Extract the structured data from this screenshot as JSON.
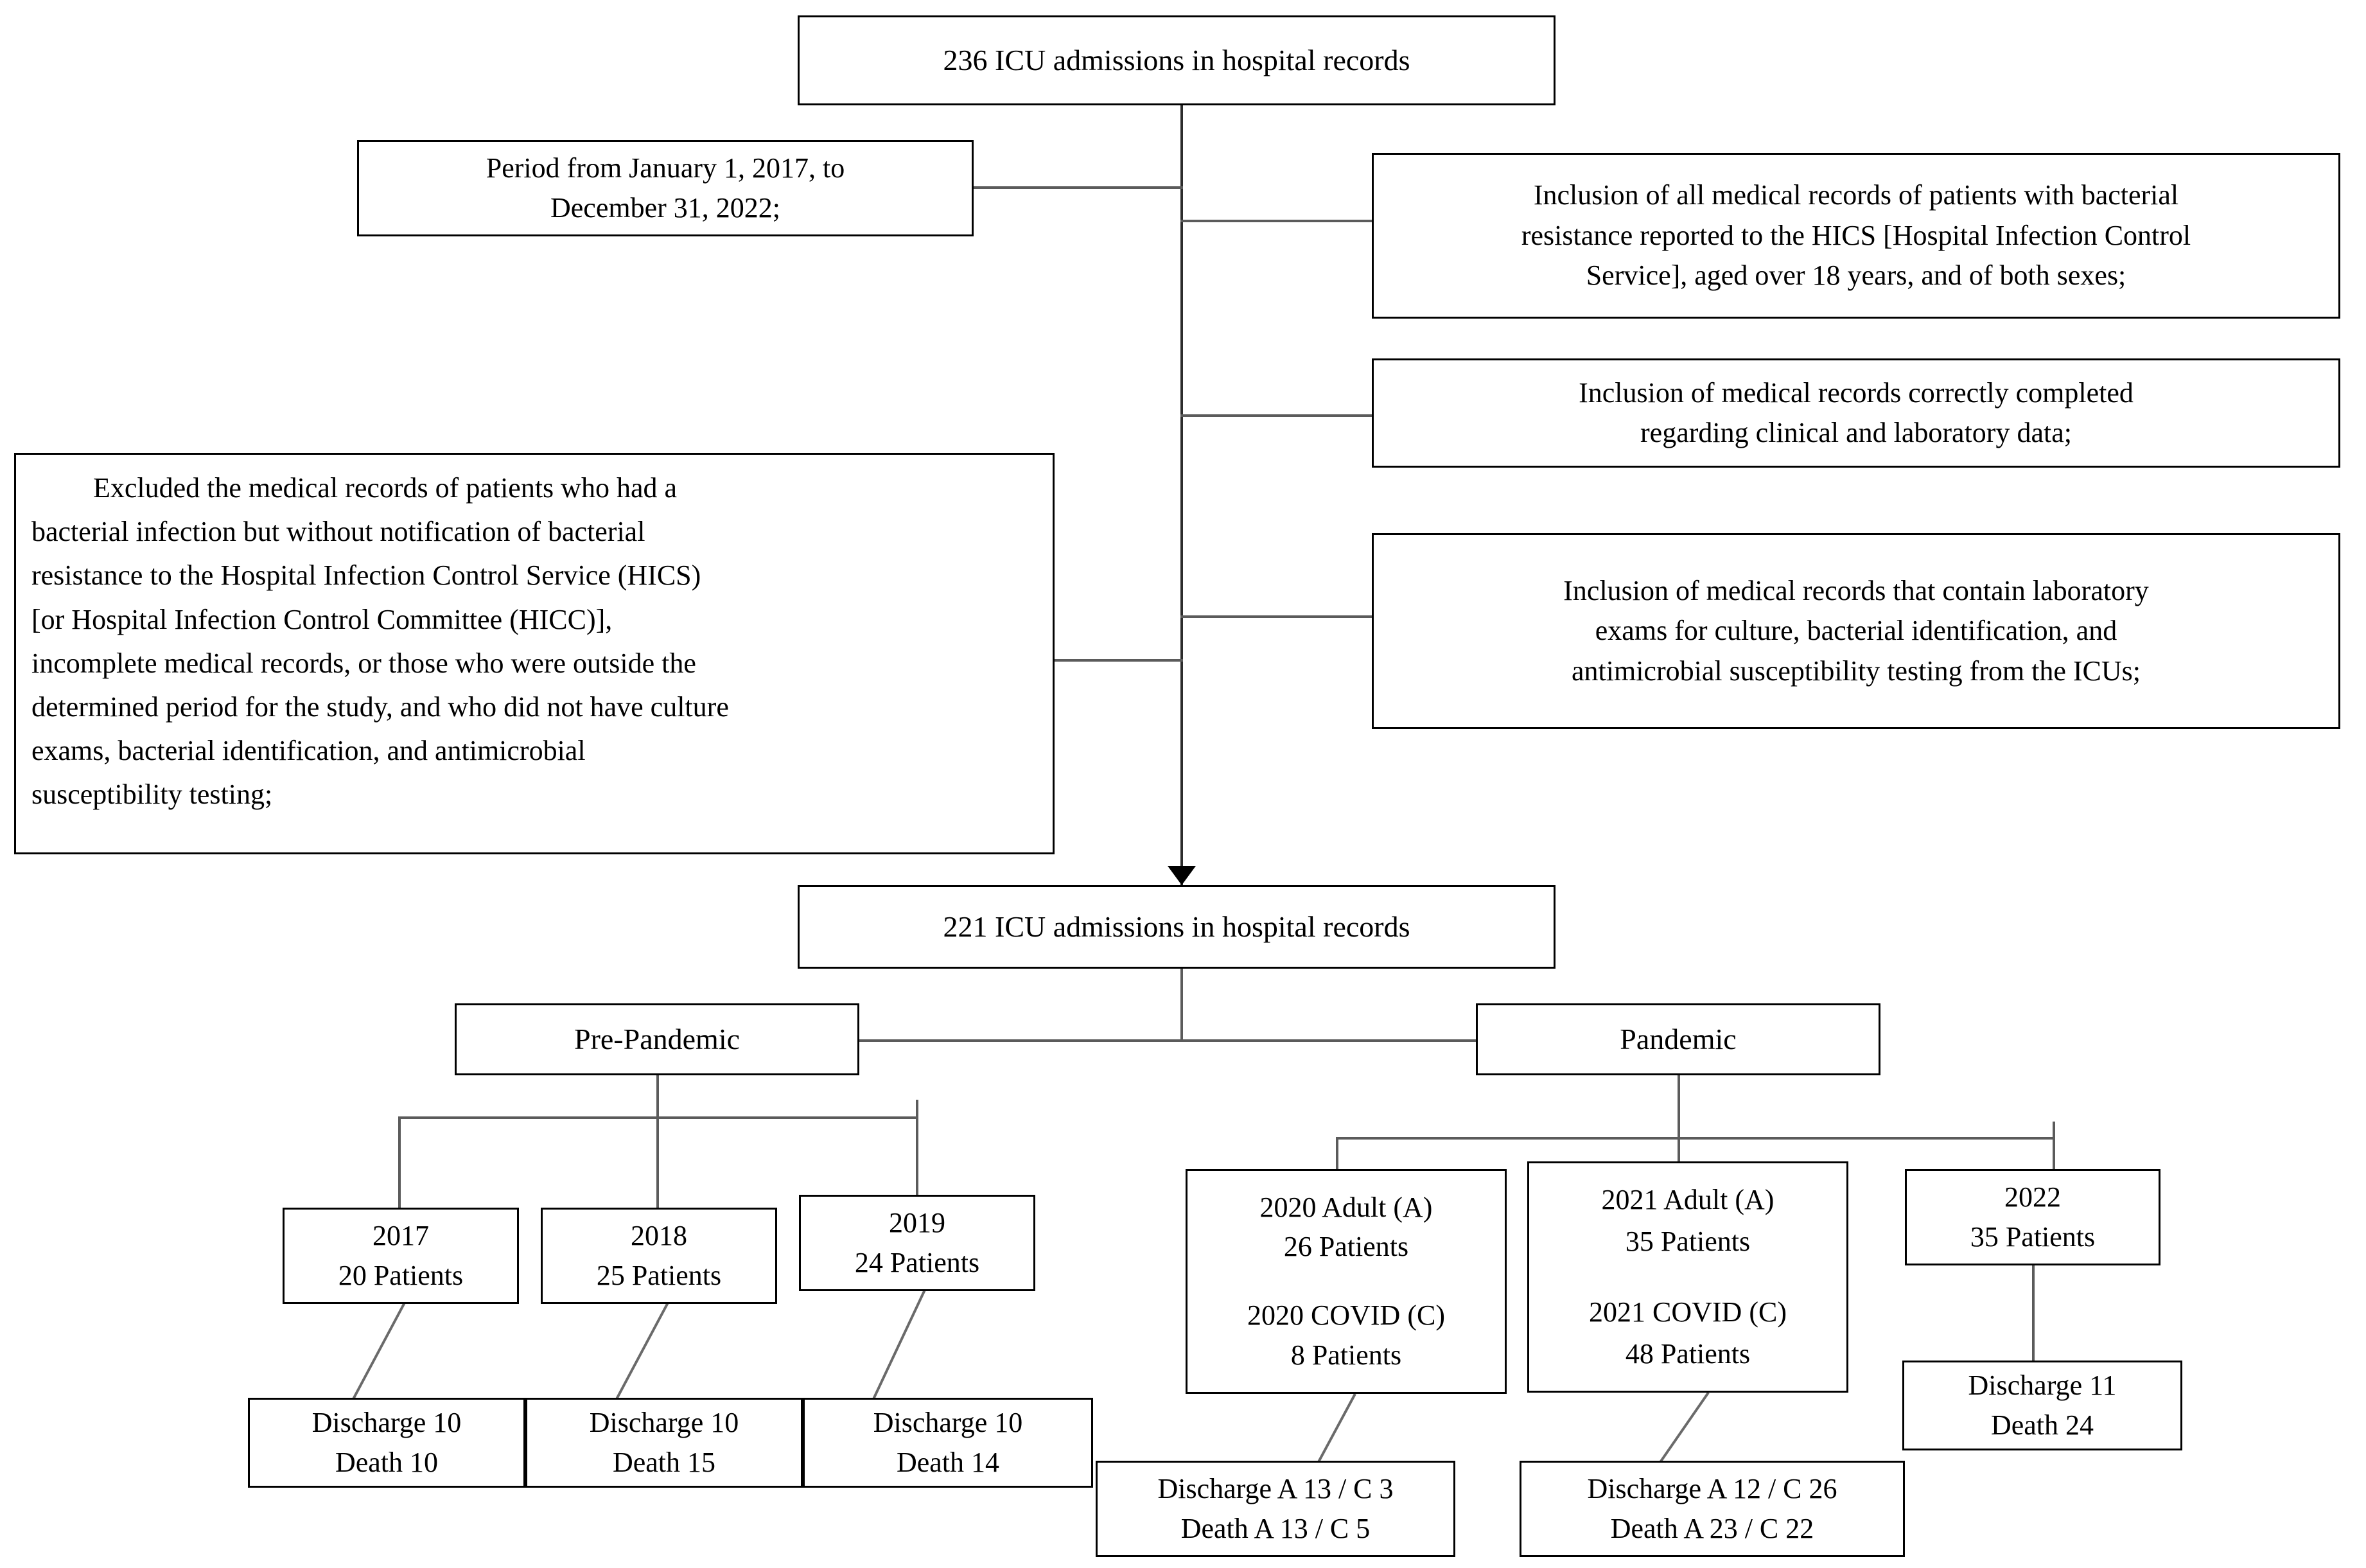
{
  "top": {
    "total_admissions": "236 ICU  admissions in hospital records"
  },
  "period": {
    "line1": "Period from  January 1, 2017,  to",
    "line2": "December 31, 2022;"
  },
  "inclusions": [
    {
      "line1": "Inclusion of all  medical  records of patients with bacterial",
      "line2": "resistance reported to the HICS  [Hospital  Infection Control",
      "line3": "Service],  aged over 18  years, and of both sexes;"
    },
    {
      "line1": "Inclusion of medical  records correctly completed",
      "line2": "regarding clinical  and laboratory data;",
      "line3": ""
    },
    {
      "line1": "Inclusion of medical  records that contain laboratory",
      "line2": "exams  for culture,  bacterial identification,  and",
      "line3": "antimicrobial  susceptibility testing from  the ICUs;"
    }
  ],
  "exclusion": {
    "line1": "Excluded the medical records of patients who had a",
    "line2": "bacterial  infection  but  without  notification  of  bacterial",
    "line3": "resistance to the Hospital Infection Control Service (HICS)",
    "line4": "[or   Hospital   Infection   Control   Committee   (HICC)],",
    "line5": "incomplete  medical  records,  or those who  were  outside  the",
    "line6": "determined period for the study, and who did not have culture",
    "line7": "exams,    bacterial    identification,    and    antimicrobial",
    "line8": "susceptibility testing;"
  },
  "included": {
    "total_admissions": "221 ICU  admissions in hospital records"
  },
  "groups": {
    "pre_pandemic": "Pre-Pandemic",
    "pandemic": "Pandemic"
  },
  "pre_pandemic_years": [
    {
      "year": "2017",
      "patients": "20 Patients",
      "discharge": "Discharge  10",
      "death": "Death 10"
    },
    {
      "year": "2018",
      "patients": "25 Patients",
      "discharge": "Discharge  10",
      "death": "Death 15"
    },
    {
      "year": "2019",
      "patients": "24 Patients",
      "discharge": "Discharge  10",
      "death": "Death 14"
    }
  ],
  "pandemic_years": [
    {
      "adult_label": "2020 Adult (A)",
      "adult_patients": "26 Patients",
      "covid_label": "2020 COVID (C)",
      "covid_patients": "8 Patients",
      "discharge": "Discharge  A 13 / C 3",
      "death": "Death A 13 / C 5"
    },
    {
      "adult_label": "2021 Adult (A)",
      "adult_patients": "35 Patients",
      "covid_label": "2021 COVID (C)",
      "covid_patients": "48 Patients",
      "discharge": "Discharge  A 12 / C 26",
      "death": "Death A 23 / C 22"
    }
  ],
  "year_2022": {
    "year": "2022",
    "patients": "35 Patients",
    "discharge": "Discharge  11",
    "death": "Death 24"
  },
  "colors": {
    "border": "#000000",
    "connector": "#5b5b5b",
    "background": "#ffffff"
  }
}
